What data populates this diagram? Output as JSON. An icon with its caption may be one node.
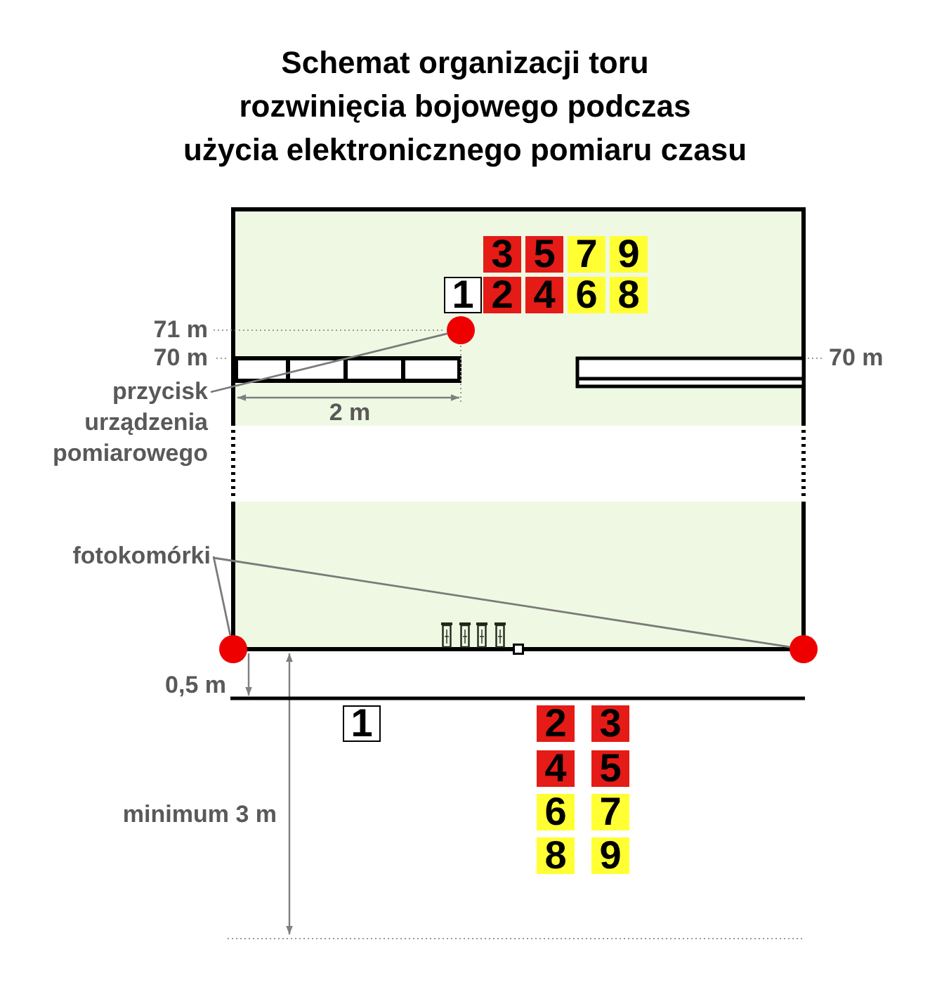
{
  "diagram": {
    "title": "Schemat organizacji toru rozwinięcia bojowego podczas użycia elektronicznego pomiaru czasu",
    "nodes": [
      {
        "text": [
          "3"
        ]
      },
      {
        "text": [
          "5"
        ]
      },
      {
        "text": [
          "7"
        ]
      },
      {
        "text": [
          "9"
        ]
      },
      {
        "text": [
          "1"
        ]
      },
      {
        "text": [
          "2"
        ]
      },
      {
        "text": [
          "4"
        ]
      },
      {
        "text": [
          "6"
        ]
      },
      {
        "text": [
          "8"
        ]
      },
      {
        "text": [],
        "shape": "circle"
      },
      {
        "text": [
          "przycisk urządzenia pomiarowego"
        ]
      },
      {
        "text": [
          "fotokomórki"
        ]
      },
      {
        "text": [],
        "shape": "circle"
      },
      {
        "text": [],
        "shape": "circle"
      },
      {
        "text": [
          "1"
        ]
      },
      {
        "text": [
          "2"
        ]
      },
      {
        "text": [
          "3"
        ]
      },
      {
        "text": [
          "4"
        ]
      },
      {
        "text": [
          "5"
        ]
      },
      {
        "text": [
          "6"
        ]
      },
      {
        "text": [
          "7"
        ]
      },
      {
        "text": [
          "8"
        ]
      },
      {
        "text": [
          "9"
        ]
      }
    ],
    "edges": [
      {
        "from": 10,
        "to": 9,
        "arrow": "none"
      },
      {
        "from": 11,
        "to": 12,
        "arrow": "none"
      },
      {
        "from": 11,
        "to": 13,
        "arrow": "none"
      }
    ],
    "labels": [
      "71 m",
      "70 m",
      "70 m",
      "2 m",
      "0,5 m",
      "minimum 3 m"
    ]
  }
}
